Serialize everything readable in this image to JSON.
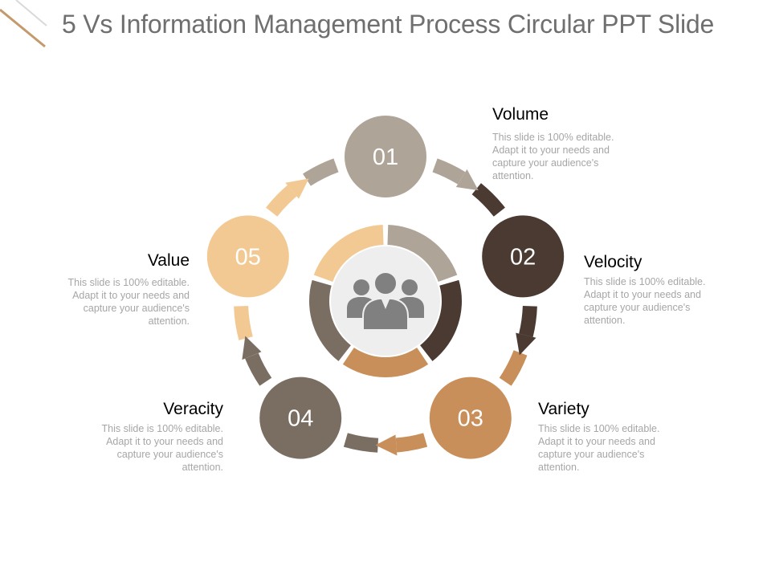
{
  "slide": {
    "title": "5 Vs Information Management Process Circular PPT Slide"
  },
  "colors": {
    "volume": "#aea497",
    "velocity": "#4a3a31",
    "variety": "#c88f5a",
    "veracity": "#7a6e62",
    "value": "#f2c993",
    "center_disc": "#eeeeee",
    "people_icon": "#808080",
    "corner_accent": "#c49a6c"
  },
  "center": {
    "icon": "people-group-icon"
  },
  "stages": [
    {
      "number": "01",
      "title": "Volume",
      "description": "This slide is 100% editable. Adapt it to your needs and capture your audience's attention."
    },
    {
      "number": "02",
      "title": "Velocity",
      "description": "This slide is 100% editable. Adapt it to your needs and capture your audience's attention."
    },
    {
      "number": "03",
      "title": "Variety",
      "description": "This slide is 100% editable. Adapt it to your needs and capture your audience's attention."
    },
    {
      "number": "04",
      "title": "Veracity",
      "description": "This slide is 100% editable. Adapt it to your needs and capture your audience's attention."
    },
    {
      "number": "05",
      "title": "Value",
      "description": "This slide is 100% editable. Adapt it to your needs and capture your audience's attention."
    }
  ]
}
